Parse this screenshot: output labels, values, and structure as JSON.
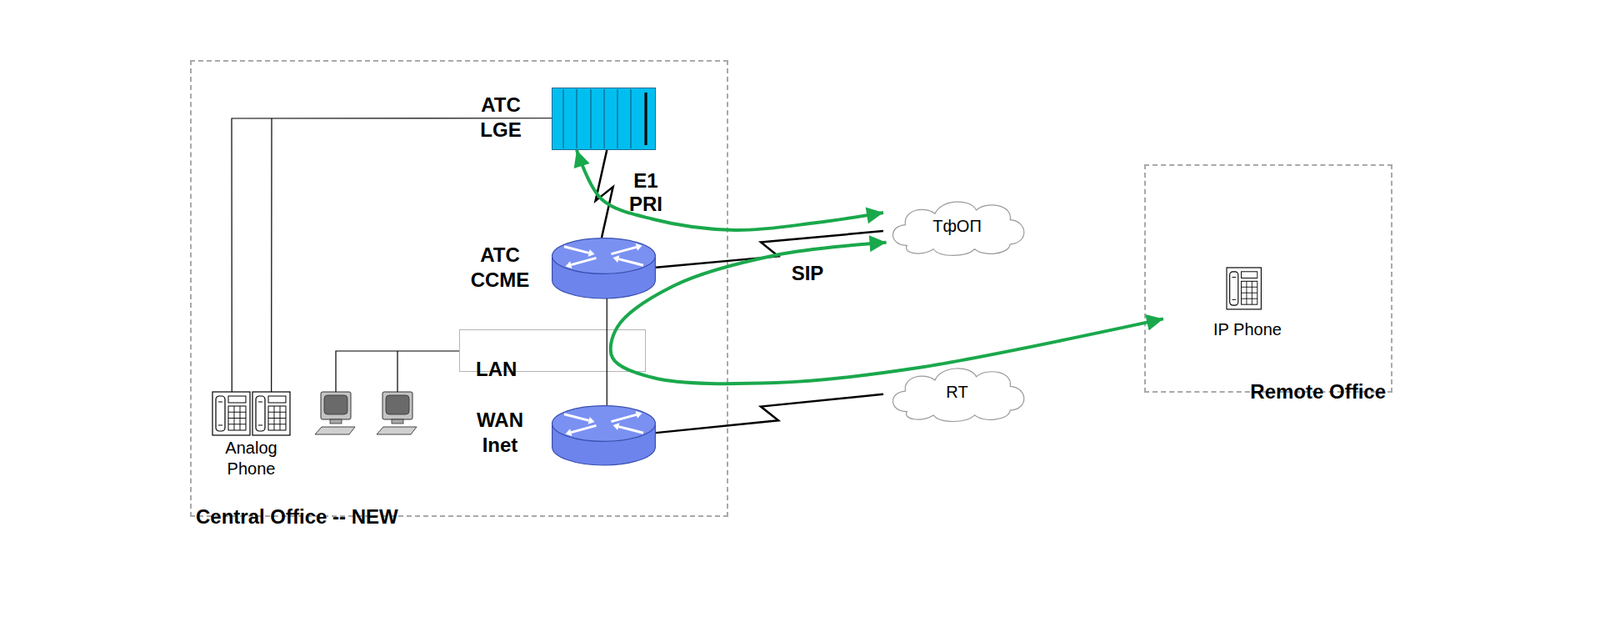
{
  "diagram": {
    "nodes": [
      {
        "text": [
          "Central Office -- NEW"
        ]
      },
      {
        "text": [
          "ATC LGE"
        ],
        "in": 0
      },
      {
        "text": [
          "ATC CCME"
        ],
        "in": 0
      },
      {
        "text": [
          "LAN"
        ],
        "in": 0
      },
      {
        "text": [
          "WAN Inet"
        ],
        "in": 0
      },
      {
        "text": [
          "Analog Phone"
        ],
        "in": 0
      },
      {
        "text": [
          "ТфОП"
        ]
      },
      {
        "text": [
          "RT"
        ]
      },
      {
        "text": [
          "Remote Office"
        ]
      },
      {
        "text": [
          "IP Phone"
        ],
        "in": 8
      }
    ],
    "edges": [
      {
        "from": 5,
        "to": 1,
        "arrow": "none"
      },
      {
        "from": 1,
        "to": 2,
        "label": "E1 PRI",
        "arrow": "none"
      },
      {
        "from": 2,
        "to": 6,
        "label": "SIP",
        "arrow": "none"
      },
      {
        "from": 2,
        "to": 4,
        "arrow": "none"
      },
      {
        "from": 4,
        "to": 7,
        "arrow": "none"
      },
      {
        "from": 1,
        "to": 6,
        "arrow": "both"
      },
      {
        "from": 6,
        "to": 9,
        "arrow": "both"
      }
    ]
  }
}
